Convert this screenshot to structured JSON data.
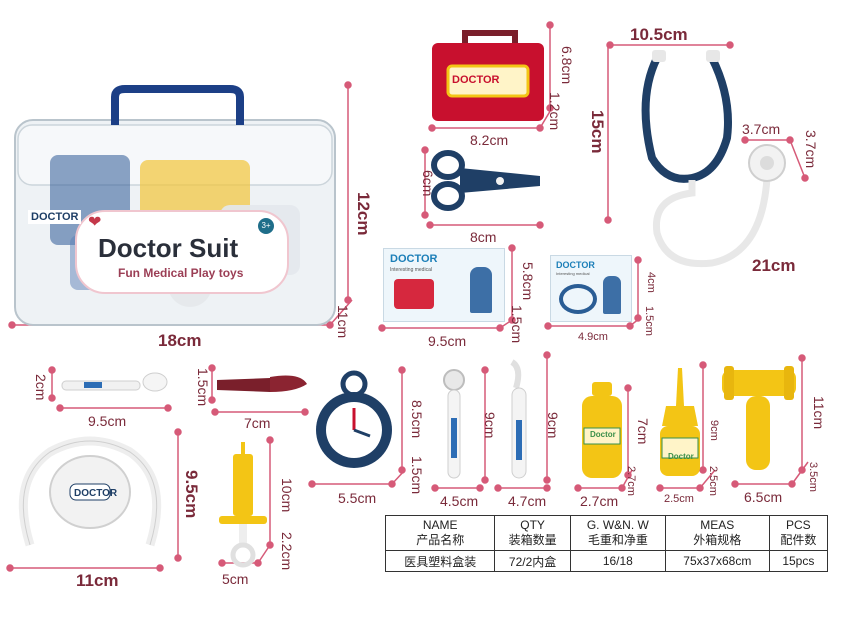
{
  "product": {
    "box_brand": "DOCTOR",
    "box_title": "Doctor Suit",
    "box_subtitle": "Fun Medical Play toys",
    "box_age": "3+",
    "case_logo": "DOCTOR",
    "card_brand": "DOCTOR",
    "card_brand_sub": "Interesting medical",
    "card2_brand": "DOCTOR",
    "card2_brand_sub": "Interesting medical",
    "cap_logo": "DOCTOR",
    "bottle_label": "Doctor"
  },
  "dims": {
    "box_height": "12cm",
    "box_width": "18cm",
    "box_depth": "11cm",
    "case_height": "6.8cm",
    "case_width": "8.2cm",
    "case_depth": "1.2cm",
    "scissors_height": "6cm",
    "scissors_width": "8cm",
    "steth_width": "10.5cm",
    "steth_height": "15cm",
    "steth_head_a": "3.7cm",
    "steth_head_b": "3.7cm",
    "steth_length": "21cm",
    "card1_width": "9.5cm",
    "card1_height": "5.8cm",
    "card1_depth": "1.5cm",
    "card2_width": "4.9cm",
    "card2_height": "4cm",
    "card2_depth": "1.5cm",
    "spoon_height": "2cm",
    "spoon_width": "9.5cm",
    "knife_height": "1.5cm",
    "knife_width": "7cm",
    "watch_height": "8.5cm",
    "watch_width": "5.5cm",
    "watch_depth": "1.5cm",
    "mirror_height": "9cm",
    "mirror_width": "4.5cm",
    "probe_height": "9cm",
    "probe_width": "4.7cm",
    "bottle_height": "7cm",
    "bottle_width": "2.7cm",
    "bottle_depth": "2.7cm",
    "dropper_height": "9cm",
    "dropper_width": "2.5cm",
    "dropper_depth": "2.5cm",
    "hammer_height": "11cm",
    "hammer_width": "6.5cm",
    "hammer_depth": "3.5cm",
    "cap_height": "9.5cm",
    "cap_width": "11cm",
    "syringe_height": "10cm",
    "syringe_width": "5cm",
    "syringe_depth": "2.2cm"
  },
  "table": {
    "headers": [
      [
        "NAME",
        "产品名称"
      ],
      [
        "QTY",
        "装箱数量"
      ],
      [
        "G. W&N. W",
        "毛重和净重"
      ],
      [
        "MEAS",
        "外箱规格"
      ],
      [
        "PCS",
        "配件数"
      ]
    ],
    "row": [
      "医具塑料盒装",
      "72/2内盒",
      "16/18",
      "75x37x68cm",
      "15pcs"
    ]
  },
  "colors": {
    "dim_line": "#d65a78",
    "navy": "#1f3f66",
    "red": "#c8102e",
    "yellow": "#f3c515",
    "dark_red": "#7a1f2b"
  }
}
